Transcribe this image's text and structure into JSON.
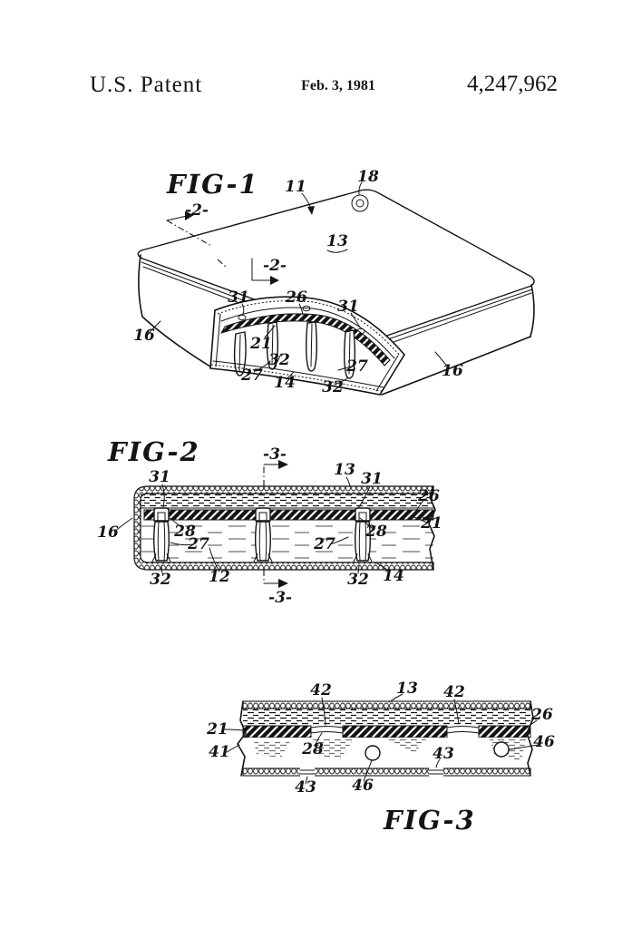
{
  "header": {
    "title": "U.S. Patent",
    "date": "Feb. 3, 1981",
    "patent_number": "4,247,962"
  },
  "fig1": {
    "caption": "FIG-1",
    "section_marker": "-2-",
    "refs": {
      "r11": "11",
      "r18": "18",
      "r13_top": "13",
      "r31_left": "31",
      "r26": "26",
      "r31_right": "31",
      "r16_left": "16",
      "r21": "21",
      "r32_mid": "32",
      "r27_right": "27",
      "r27_bottom": "27",
      "r14": "14",
      "r32_bottom": "32",
      "r16_right": "16"
    }
  },
  "fig2": {
    "caption": "FIG-2",
    "section_marker": "-3-",
    "refs": {
      "r31_left": "31",
      "r13": "13",
      "r31_right": "31",
      "r26": "26",
      "r21": "21",
      "r16": "16",
      "r28_left": "28",
      "r27_left": "27",
      "r27_right": "27",
      "r28_right": "28",
      "r32_left": "32",
      "r12": "12",
      "r32_right": "32",
      "r14": "14"
    }
  },
  "fig3": {
    "caption": "FIG-3",
    "refs": {
      "r42_left": "42",
      "r13": "13",
      "r42_right": "42",
      "r26": "26",
      "r21": "21",
      "r46_right": "46",
      "r41": "41",
      "r28": "28",
      "r43_right": "43",
      "r43_bottom": "43",
      "r46_bottom": "46"
    }
  }
}
